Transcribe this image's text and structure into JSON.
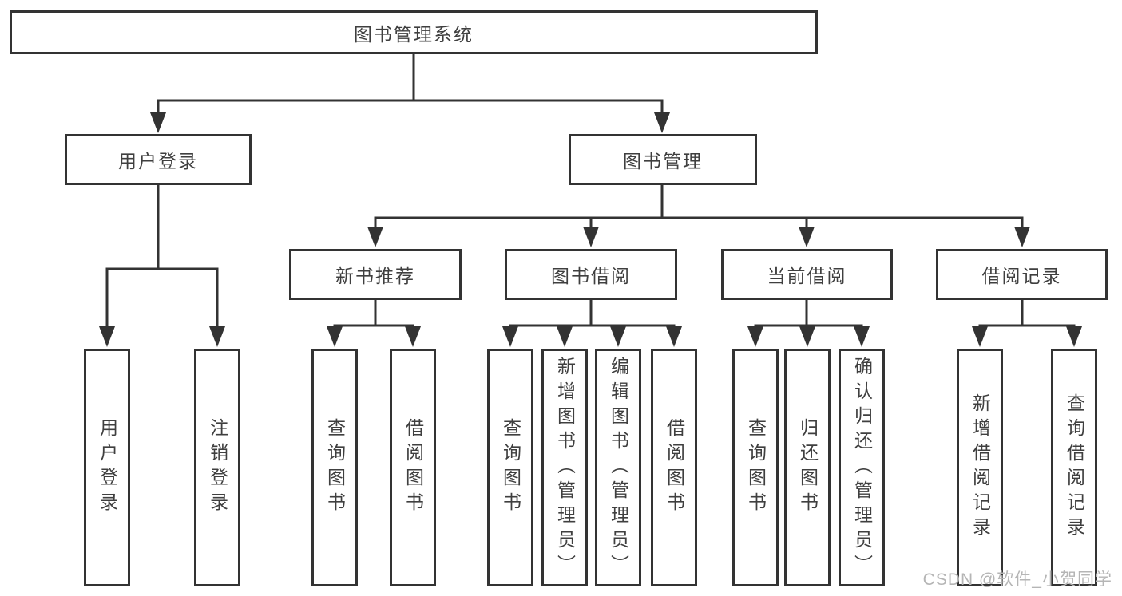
{
  "nodes": {
    "root": {
      "label": "图书管理系统"
    },
    "user_login": {
      "label": "用户登录"
    },
    "book_mgmt": {
      "label": "图书管理"
    },
    "new_book_rec": {
      "label": "新书推荐"
    },
    "book_borrow": {
      "label": "图书借阅"
    },
    "current_borrow": {
      "label": "当前借阅"
    },
    "borrow_records": {
      "label": "借阅记录"
    },
    "login_user": {
      "label": "用户登录"
    },
    "login_logout": {
      "label": "注销登录"
    },
    "rec_query": {
      "label": "查询图书"
    },
    "rec_borrow": {
      "label": "借阅图书"
    },
    "bb_query": {
      "label": "查询图书"
    },
    "bb_add": {
      "label": "新增图书（管理员）"
    },
    "bb_edit": {
      "label": "编辑图书（管理员）"
    },
    "bb_borrow": {
      "label": "借阅图书"
    },
    "cb_query": {
      "label": "查询图书"
    },
    "cb_return": {
      "label": "归还图书"
    },
    "cb_confirm": {
      "label": "确认归还（管理员）"
    },
    "br_add": {
      "label": "新增借阅记录"
    },
    "br_query": {
      "label": "查询借阅记录"
    }
  },
  "watermark": "CSDN @软件_小贺同学",
  "colors": {
    "line": "#333333",
    "text": "#3f3f3f",
    "box_bg": "#ffffff",
    "background": "#ffffff",
    "watermark": "#b5b5b5"
  }
}
